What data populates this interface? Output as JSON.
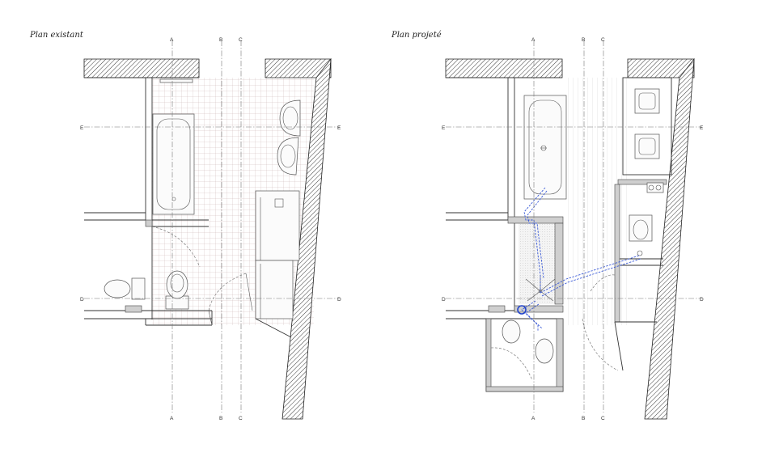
{
  "titles": {
    "existing": "Plan existant",
    "projected": "Plan projeté"
  },
  "axes": {
    "vertical": [
      "A",
      "B",
      "C"
    ],
    "horizontal": [
      "E",
      "D"
    ]
  },
  "colors": {
    "wall": "#3a3a3a",
    "pipe": "#2244cc",
    "tile_grid": "#c0a8a8",
    "line": "#555555"
  }
}
